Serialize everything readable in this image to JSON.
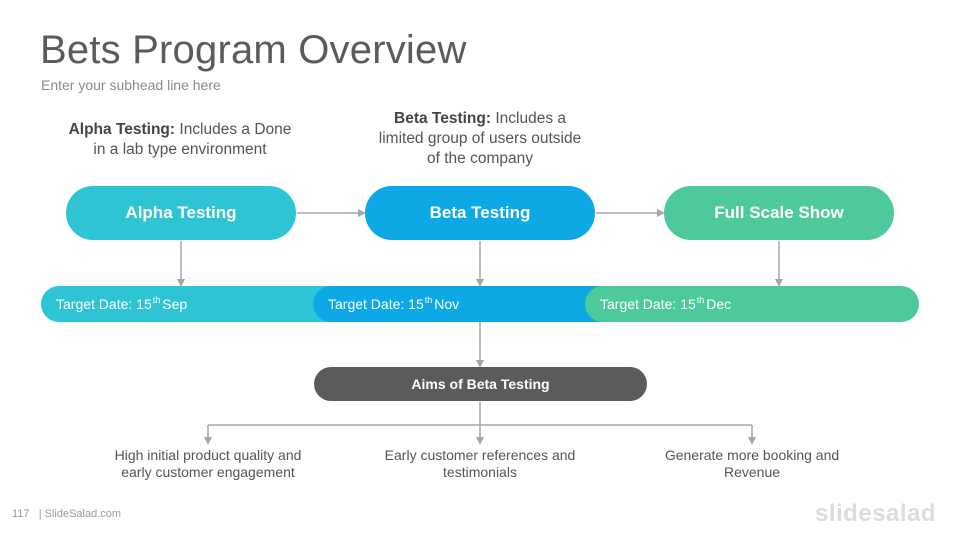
{
  "title": "Bets Program Overview",
  "subtitle": "Enter your subhead line here",
  "descriptions": [
    {
      "bold": "Alpha Testing:",
      "text_line1": " Includes a Done",
      "text_line2": "in a lab type environment"
    },
    {
      "bold": "Beta Testing:",
      "text_line1": " Includes a",
      "text_line2": "limited group of users outside",
      "text_line3": "of the company"
    }
  ],
  "stages": [
    {
      "label": "Alpha Testing",
      "color": "#2ec4d4"
    },
    {
      "label": "Beta Testing",
      "color": "#0ea8e6"
    },
    {
      "label": "Full Scale Show",
      "color": "#4dc99b"
    }
  ],
  "target_dates": [
    {
      "prefix": "Target Date: 15",
      "sup": "th",
      "month": " Sep",
      "color": "#2ec4d4"
    },
    {
      "prefix": "Target Date: 15",
      "sup": "th",
      "month": " Nov",
      "color": "#0ea8e6"
    },
    {
      "prefix": "Target Date: 15",
      "sup": "th",
      "month": " Dec",
      "color": "#4dc99b"
    }
  ],
  "aims": {
    "label": "Aims of Beta Testing",
    "color": "#5b5b5b"
  },
  "outcomes": [
    {
      "line1": "High initial product quality and",
      "line2": "early customer engagement"
    },
    {
      "line1": "Early customer references and",
      "line2": "testimonials"
    },
    {
      "line1": "Generate more booking and",
      "line2": "Revenue"
    }
  ],
  "footer": {
    "page_number": "117",
    "site": "| SlideSalad.com"
  },
  "brand": "slidesalad",
  "connector_color": "#a6a6a6"
}
